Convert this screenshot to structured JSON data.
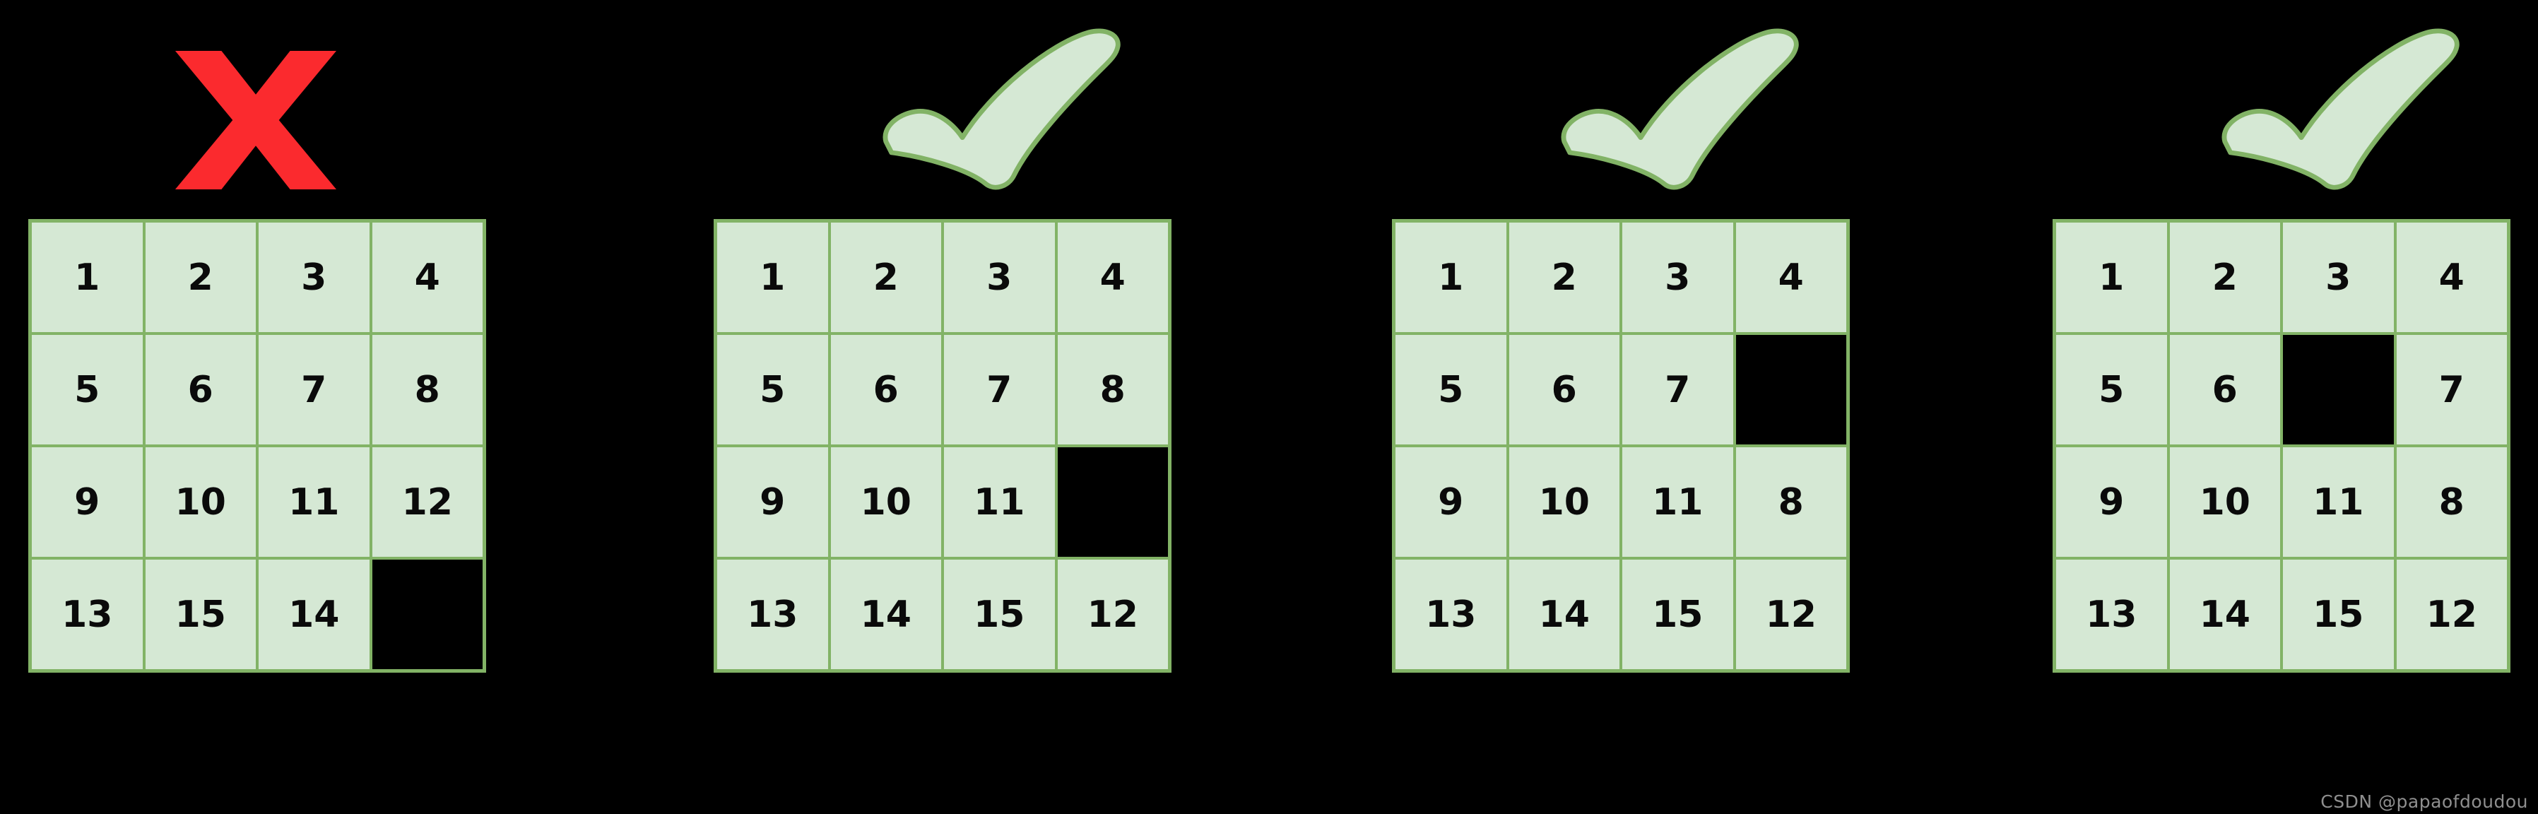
{
  "colors": {
    "background": "#000000",
    "grid_line": "#82b366",
    "cell_fill": "#d5e8d4",
    "blank_fill": "#000000",
    "number": "#0a0a0a",
    "cross": "#fb2a2e",
    "check_fill": "#d5e8d4",
    "check_stroke": "#82b366",
    "watermark": "#8f8f8f"
  },
  "puzzles": [
    {
      "id": 1,
      "mark": "cross",
      "rows": [
        [
          "1",
          "2",
          "3",
          "4"
        ],
        [
          "5",
          "6",
          "7",
          "8"
        ],
        [
          "9",
          "10",
          "11",
          "12"
        ],
        [
          "13",
          "15",
          "14",
          ""
        ]
      ]
    },
    {
      "id": 2,
      "mark": "check",
      "rows": [
        [
          "1",
          "2",
          "3",
          "4"
        ],
        [
          "5",
          "6",
          "7",
          "8"
        ],
        [
          "9",
          "10",
          "11",
          ""
        ],
        [
          "13",
          "14",
          "15",
          "12"
        ]
      ]
    },
    {
      "id": 3,
      "mark": "check",
      "rows": [
        [
          "1",
          "2",
          "3",
          "4"
        ],
        [
          "5",
          "6",
          "7",
          ""
        ],
        [
          "9",
          "10",
          "11",
          "8"
        ],
        [
          "13",
          "14",
          "15",
          "12"
        ]
      ]
    },
    {
      "id": 4,
      "mark": "check",
      "rows": [
        [
          "1",
          "2",
          "3",
          "4"
        ],
        [
          "5",
          "6",
          "",
          "7"
        ],
        [
          "9",
          "10",
          "11",
          "8"
        ],
        [
          "13",
          "14",
          "15",
          "12"
        ]
      ]
    }
  ],
  "watermark": {
    "text": "CSDN @papaofdoudou"
  }
}
